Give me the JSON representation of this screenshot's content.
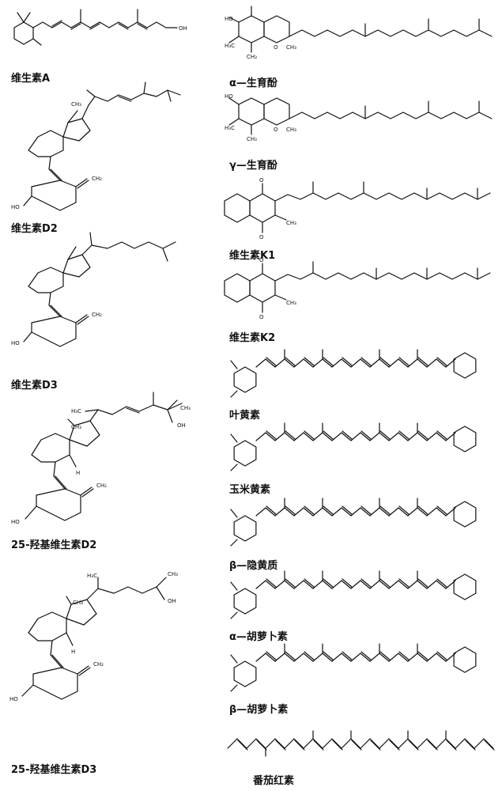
{
  "figure": {
    "captions": [
      {
        "id": "vitA",
        "text": "维生素A"
      },
      {
        "id": "vitD2",
        "text": "维生素D2"
      },
      {
        "id": "vitD3",
        "text": "维生素D3"
      },
      {
        "id": "ohD2",
        "text": "25-羟基维生素D2"
      },
      {
        "id": "ohD3",
        "text": "25-羟基维生素D3"
      },
      {
        "id": "aToc",
        "text": "α—生育酚"
      },
      {
        "id": "gToc",
        "text": "γ—生育酚"
      },
      {
        "id": "vitK1",
        "text": "维生素K1"
      },
      {
        "id": "vitK2",
        "text": "维生素K2"
      },
      {
        "id": "lutein",
        "text": "叶黄素"
      },
      {
        "id": "zeax",
        "text": "玉米黄素"
      },
      {
        "id": "bCrypto",
        "text": "β—隐黄质"
      },
      {
        "id": "aCar",
        "text": "α—胡萝卜素"
      },
      {
        "id": "bCar",
        "text": "β—胡萝卜素"
      },
      {
        "id": "lyco",
        "text": "番茄红素"
      }
    ],
    "atom_labels": {
      "oh": "OH",
      "ho": "HO",
      "ch2": "CH₂",
      "ch3": "CH₃",
      "h3c": "H₃C",
      "h": "H",
      "o": "O"
    }
  }
}
